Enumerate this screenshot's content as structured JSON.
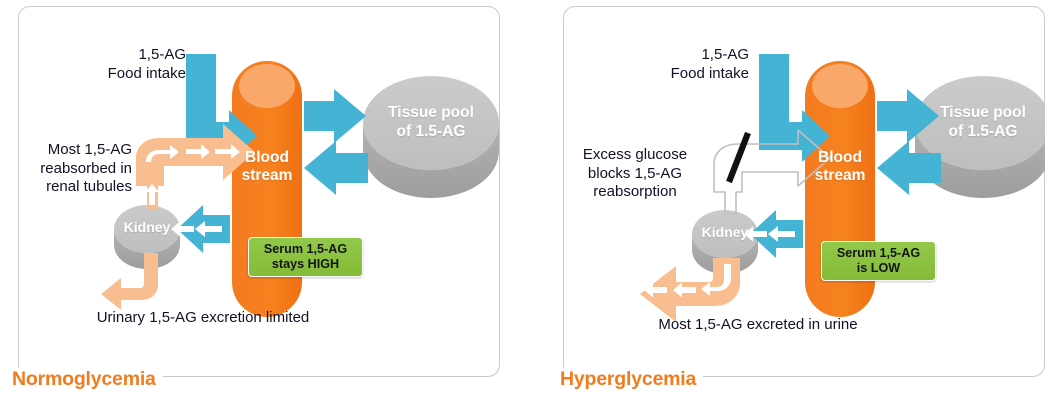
{
  "figure": {
    "type": "diagram",
    "subject": "1,5-anhydroglucitol (1,5-AG) renal handling in normoglycemia vs hyperglycemia",
    "colors": {
      "blue_arrow": "#45b3d4",
      "orange_body": "#F47B20",
      "orange_body_top": "#F9A86A",
      "peach_arrow": "#F9BE8F",
      "grey_disc": "#C4C4C4",
      "grey_disc_shadow": "#A6A6A6",
      "green_badge": "#8CC63F",
      "title_orange": "#F07C20",
      "panel_border": "#C9C9C9",
      "blocked_arrow_outline": "#BFBFBF",
      "text": "#111127"
    }
  },
  "panels": [
    {
      "id": "normoglycemia",
      "title": "Normoglycemia",
      "nodes": {
        "bloodstream": "Blood\nstream",
        "kidney": "Kidney",
        "tissue_pool": "Tissue pool\nof 1.5-AG"
      },
      "labels": {
        "food_intake": "1,5-AG\nFood intake",
        "reabsorption": "Most 1,5-AG\nreabsorbed in\nrenal tubules",
        "urinary": "Urinary 1,5-AG excretion limited"
      },
      "badge": "Serum 1,5-AG\nstays HIGH",
      "flows": [
        {
          "name": "food-intake-to-bloodstream",
          "style": "blue-elbow",
          "magnitude": "normal"
        },
        {
          "name": "bloodstream-to-tissue",
          "style": "blue",
          "magnitude": "normal"
        },
        {
          "name": "tissue-to-bloodstream",
          "style": "blue",
          "magnitude": "normal"
        },
        {
          "name": "bloodstream-to-kidney",
          "style": "blue",
          "magnitude": "normal"
        },
        {
          "name": "kidney-reabsorption-to-bloodstream",
          "style": "peach-thick",
          "magnitude": "high"
        },
        {
          "name": "kidney-to-urine",
          "style": "peach-thin",
          "magnitude": "low"
        }
      ]
    },
    {
      "id": "hyperglycemia",
      "title": "Hyperglycemia",
      "nodes": {
        "bloodstream": "Blood\nstream",
        "kidney": "Kidney",
        "tissue_pool": "Tissue pool\nof 1.5-AG"
      },
      "labels": {
        "food_intake": "1,5-AG\nFood intake",
        "reabsorption": "Excess glucose\nblocks 1,5-AG\nreabsorption",
        "urinary": "Most 1,5-AG excreted in urine"
      },
      "badge": "Serum 1,5-AG\nis LOW",
      "flows": [
        {
          "name": "food-intake-to-bloodstream",
          "style": "blue-elbow",
          "magnitude": "normal"
        },
        {
          "name": "bloodstream-to-tissue",
          "style": "blue",
          "magnitude": "normal"
        },
        {
          "name": "tissue-to-bloodstream",
          "style": "blue",
          "magnitude": "normal"
        },
        {
          "name": "bloodstream-to-kidney",
          "style": "blue",
          "magnitude": "normal"
        },
        {
          "name": "kidney-reabsorption-blocked",
          "style": "outlined-blocked",
          "magnitude": "blocked"
        },
        {
          "name": "kidney-to-urine",
          "style": "peach-thick",
          "magnitude": "high"
        }
      ]
    }
  ]
}
